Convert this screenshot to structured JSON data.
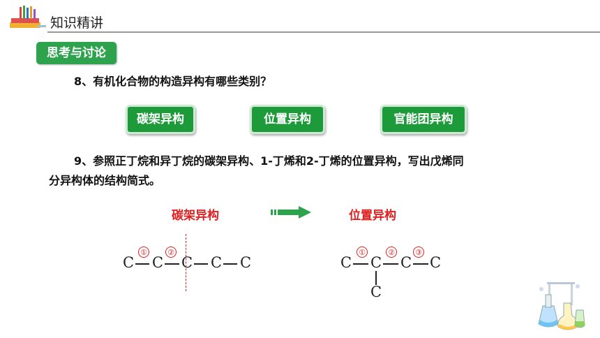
{
  "header": {
    "title": "知识精讲"
  },
  "badge": {
    "label": "思考与讨论"
  },
  "questions": {
    "q8": "8、有机化合物的构造异构有哪些类别？",
    "q9_line1": "9、参照正丁烷和异丁烷的碳架异构、1-丁烯和2-丁烯的位置异构，写出戊烯同",
    "q9_line2": "分异构体的结构简式。"
  },
  "categories": [
    "碳架异构",
    "位置异构",
    "官能团异构"
  ],
  "diagram": {
    "left_title": "碳架异构",
    "right_title": "位置异构",
    "atom": "C",
    "left_markers": [
      "①",
      "②"
    ],
    "right_markers": [
      "①",
      "②",
      "③"
    ]
  },
  "colors": {
    "accent_green": "#2ea24c",
    "red": "#e02020"
  }
}
